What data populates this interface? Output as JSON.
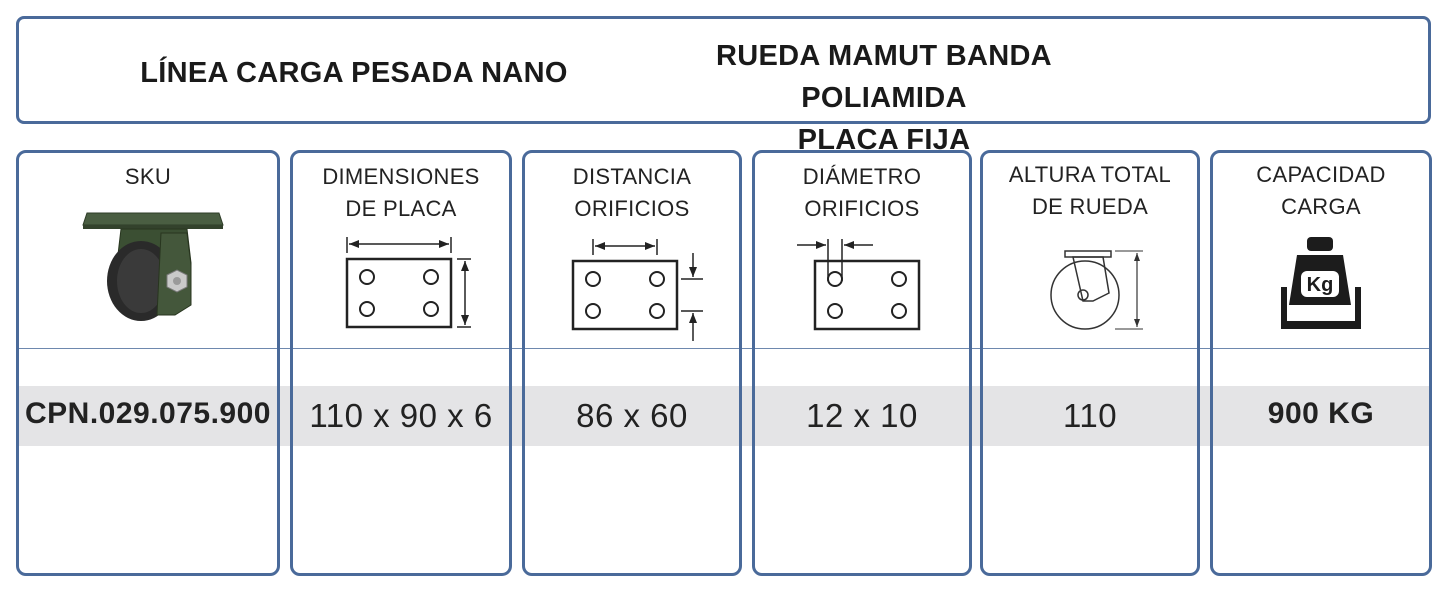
{
  "header": {
    "left_title": "LÍNEA CARGA PESADA NANO",
    "right_title_line1": "RUEDA MAMUT BANDA POLIAMIDA",
    "right_title_line2": "PLACA FIJA"
  },
  "columns": [
    {
      "title_line1": "SKU",
      "title_line2": "",
      "value": "CPN.029.075.900",
      "icon": "caster-wheel-image"
    },
    {
      "title_line1": "DIMENSIONES",
      "title_line2": "DE PLACA",
      "value": "110 x 90 x 6",
      "icon": "plate-dimensions-icon"
    },
    {
      "title_line1": "DISTANCIA",
      "title_line2": "ORIFICIOS",
      "value": "86 x 60",
      "icon": "hole-distance-icon"
    },
    {
      "title_line1": "DIÁMETRO",
      "title_line2": "ORIFICIOS",
      "value": "12 x 10",
      "icon": "hole-diameter-icon"
    },
    {
      "title_line1": "ALTURA TOTAL",
      "title_line2": "DE RUEDA",
      "value": "110",
      "icon": "wheel-height-icon"
    },
    {
      "title_line1": "CAPACIDAD",
      "title_line2": "CARGA",
      "value": "900 KG",
      "icon": "weight-kg-icon",
      "icon_text": "Kg"
    }
  ],
  "colors": {
    "border": "#4a6a9a",
    "band": "#e4e4e6",
    "caster_frame": "#3b4f33",
    "wheel": "#2a2a2a"
  }
}
